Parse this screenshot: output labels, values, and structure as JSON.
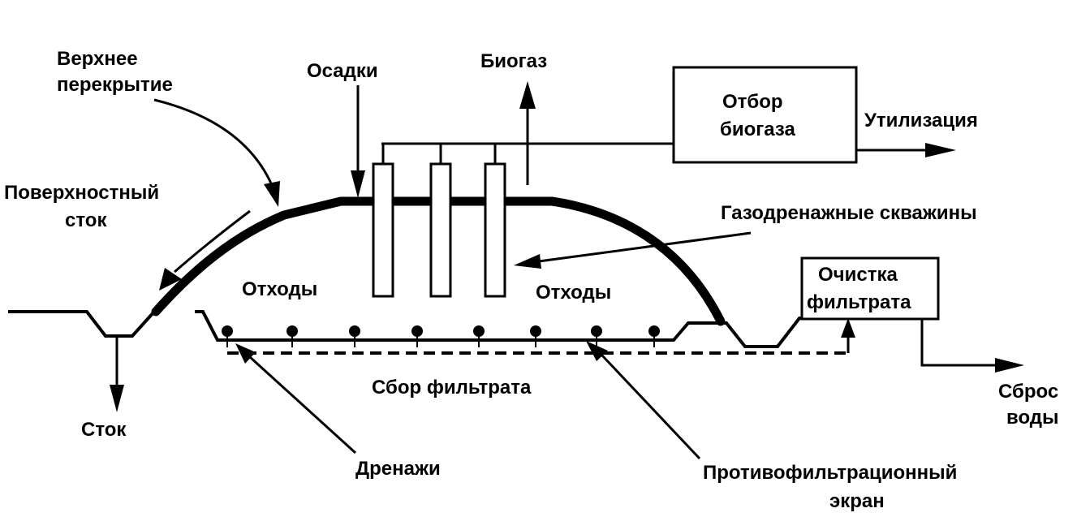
{
  "labels": {
    "top_cover": [
      "Верхнее",
      "перекрытие"
    ],
    "precipitation": "Осадки",
    "biogas": "Биогаз",
    "biogas_collection": [
      "Отбор",
      "биогаза"
    ],
    "utilization": "Утилизация",
    "surface_runoff": [
      "Поверхностный",
      "сток"
    ],
    "gas_wells": "Газодренажные скважины",
    "waste_left": "Отходы",
    "waste_right": "Отходы",
    "leachate_treatment": [
      "Очистка",
      "фильтрата"
    ],
    "leachate_collection": "Сбор фильтрата",
    "runoff": "Сток",
    "water_discharge": [
      "Сброс",
      "воды"
    ],
    "drains": "Дренажи",
    "barrier": [
      "Противофильтрационный",
      "экран"
    ]
  },
  "colors": {
    "ink": "#000000",
    "background": "#ffffff"
  }
}
